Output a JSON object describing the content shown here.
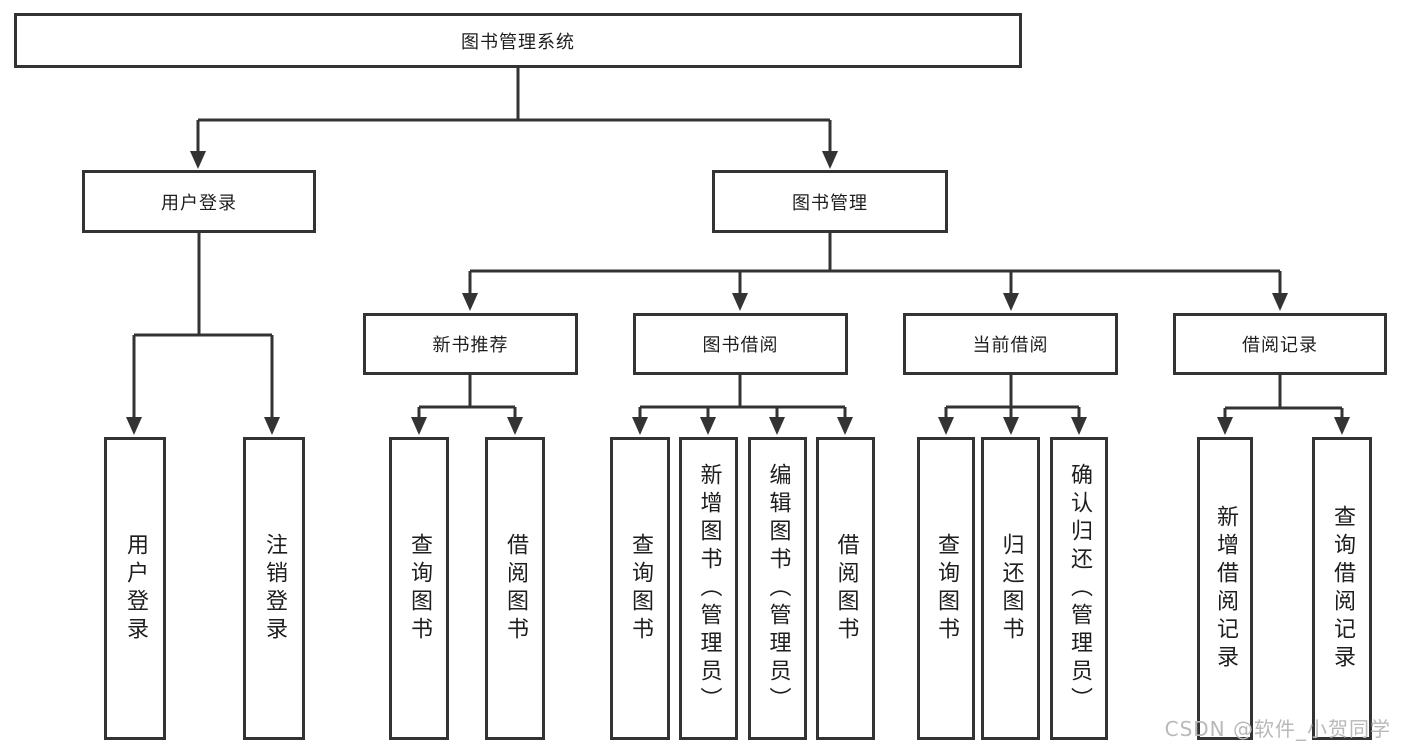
{
  "diagram": {
    "title_node": "图书管理系统",
    "level2": {
      "user_login": "用户登录",
      "book_mgmt": "图书管理"
    },
    "level3": [
      "新书推荐",
      "图书借阅",
      "当前借阅",
      "借阅记录"
    ],
    "leaves": {
      "user_login": [
        "用户登录",
        "注销登录"
      ],
      "new_book": [
        "查询图书",
        "借阅图书"
      ],
      "book_borrow": [
        "查询图书",
        "新增图书（管理员）",
        "编辑图书（管理员）",
        "借阅图书"
      ],
      "current_borrow": [
        "查询图书",
        "归还图书",
        "确认归还（管理员）"
      ],
      "borrow_records": [
        "新增借阅记录",
        "查询借阅记录"
      ]
    }
  },
  "watermark": {
    "text": "CSDN @软件_小贺同学"
  },
  "colors": {
    "line": "#333333",
    "box_border": "#333333",
    "text": "#1e1e1e",
    "watermark": "#b9b9b9",
    "background": "#ffffff"
  }
}
